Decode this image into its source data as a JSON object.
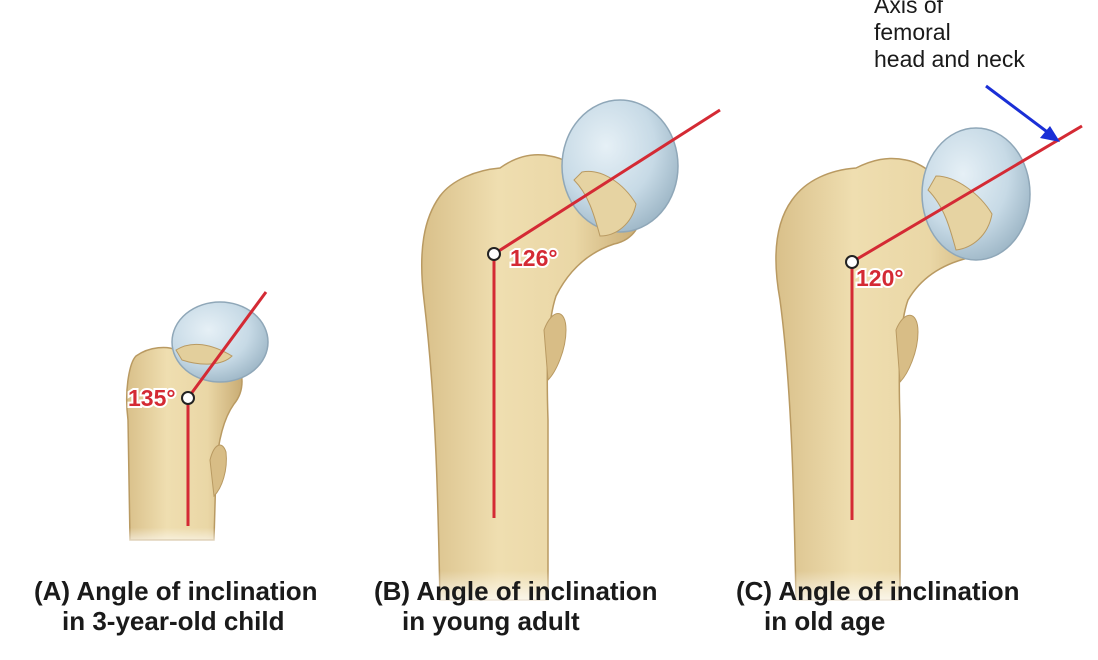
{
  "annotation": {
    "lines": [
      "Axis of",
      "femoral",
      "head and neck"
    ]
  },
  "figures": [
    {
      "angle": "135°",
      "caption_line1": "(A) Angle of inclination",
      "caption_line2": "in 3-year-old child"
    },
    {
      "angle": "126°",
      "caption_line1": "(B) Angle of inclination",
      "caption_line2": "in young adult"
    },
    {
      "angle": "120°",
      "caption_line1": "(C) Angle of inclination",
      "caption_line2": "in old age"
    }
  ],
  "colors": {
    "bone": "#ead7a6",
    "bone_shade": "#cdb27a",
    "cartilage": "#c9dbe6",
    "axis_line": "#d42a34",
    "pointer_arrow": "#1a2fd6"
  }
}
